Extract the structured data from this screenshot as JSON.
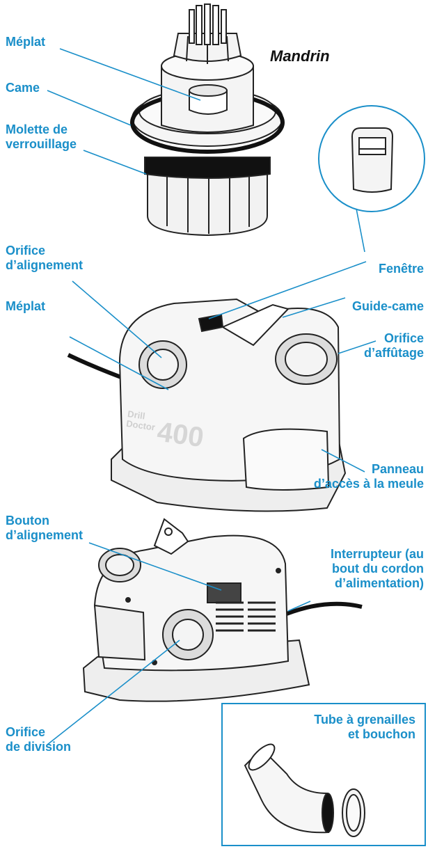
{
  "title": "Mandrin",
  "colors": {
    "accent": "#1a8fc9",
    "outline": "#222222",
    "body": "#f2f2f2"
  },
  "labels": {
    "meplat_top": "Méplat",
    "came": "Came",
    "molette": [
      "Molette de",
      "verrouillage"
    ],
    "orifice_alignement": [
      "Orifice",
      "d’alignement"
    ],
    "meplat_mid": "Méplat",
    "fenetre": "Fenêtre",
    "guide_came": "Guide-came",
    "orifice_affutage": [
      "Orifice",
      "d’affûtage"
    ],
    "panneau": [
      "Panneau",
      "d’accès à la meule"
    ],
    "bouton": [
      "Bouton",
      "d’alignement"
    ],
    "interrupteur": [
      "Interrupteur (au",
      "bout du cordon",
      "d’alimentation)"
    ],
    "orifice_division": [
      "Orifice",
      "de division"
    ],
    "tube": [
      "Tube à grenailles",
      "et bouchon"
    ]
  },
  "brand": {
    "line1": "Drill",
    "line2": "Doctor",
    "model": "400"
  }
}
